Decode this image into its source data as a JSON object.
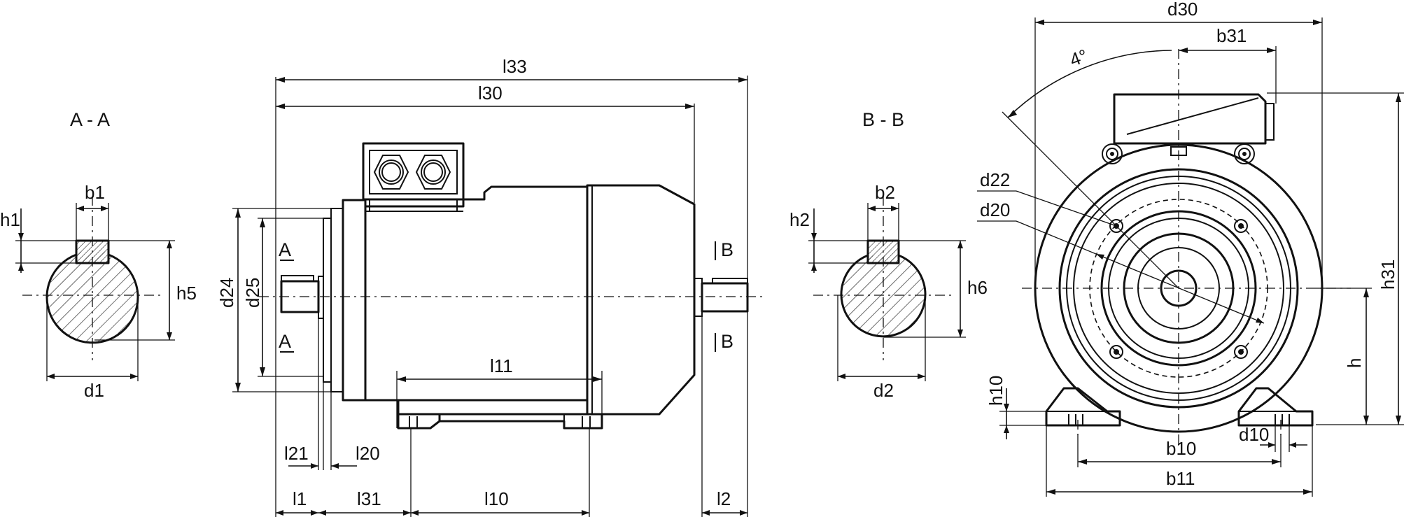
{
  "sections": {
    "a": "A - A",
    "b": "B - B",
    "mark_a": "A",
    "mark_b": "B"
  },
  "dims": {
    "l33": "l33",
    "l30": "l30",
    "l11": "l11",
    "l21": "l21",
    "l20": "l20",
    "l1": "l1",
    "l31": "l31",
    "l10": "l10",
    "l2": "l2",
    "d24": "d24",
    "d25": "d25",
    "b1": "b1",
    "h1": "h1",
    "h5": "h5",
    "d1": "d1",
    "b2": "b2",
    "h2": "h2",
    "h6": "h6",
    "d2": "d2",
    "d30": "d30",
    "b31": "b31",
    "angle": "4°",
    "d22": "d22",
    "d20": "d20",
    "h31": "h31",
    "h": "h",
    "h10": "h10",
    "b10": "b10",
    "d10": "d10",
    "b11": "b11"
  }
}
